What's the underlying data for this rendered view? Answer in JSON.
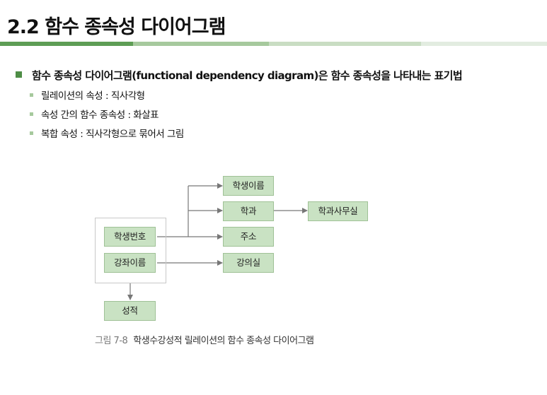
{
  "title": "2.2 함수 종속성 다이어그램",
  "main_bullet": "함수 종속성 다이어그램(functional dependency diagram)은 함수 종속성을 나타내는 표기법",
  "sub_bullets": [
    "릴레이션의 속성 : 직사각형",
    "속성 간의 함수 종속성 : 화살표",
    "복합 속성 : 직사각형으로 묶어서 그림"
  ],
  "diagram": {
    "student_no": "학생번호",
    "course_name": "강좌이름",
    "student_name": "학생이름",
    "department": "학과",
    "address": "주소",
    "classroom": "강의실",
    "dept_office": "학과사무실",
    "grade": "성적"
  },
  "caption": {
    "number": "그림 7-8",
    "text": "학생수강성적 릴레이션의 함수 종속성 다이어그램"
  }
}
